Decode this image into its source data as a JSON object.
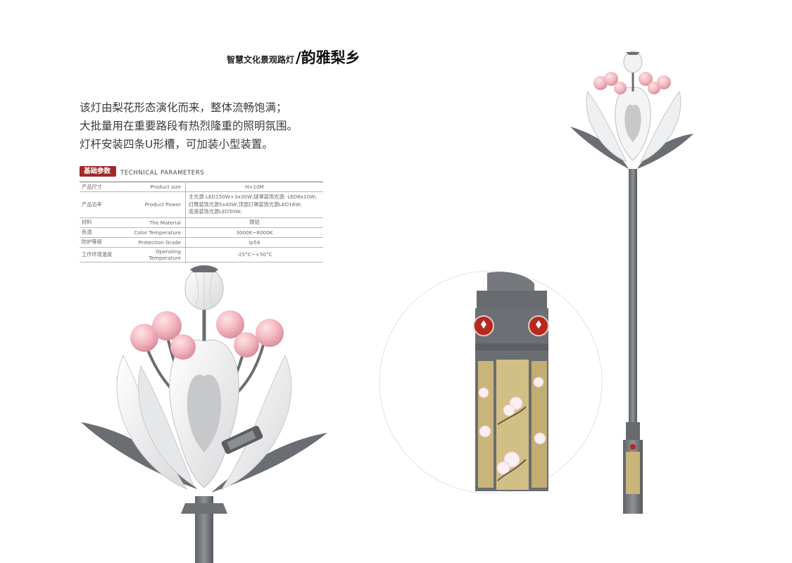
{
  "title": {
    "small": "智慧文化景观路灯",
    "main": "/韵雅梨乡"
  },
  "description": [
    "该灯由梨花形态演化而来，整体流畅饱满；",
    "大批量用在重要路段有热烈隆重的照明氛围。",
    "灯杆安装四条U形槽，可加装小型装置。"
  ],
  "params": {
    "badge": "基础参数",
    "heading_en": "TECHNICAL PARAMETERS",
    "rows": [
      {
        "zh": "产品尺寸",
        "en": "Product size",
        "value": "H=10M"
      },
      {
        "zh": "产品功率",
        "en": "Product Power",
        "lines": [
          "主光源:LED150W+3x30W;球罩装饰光源: LED6x10W;",
          "灯臂装饰光源5x40W;顶部灯罩装饰光源LED16W;",
          "底座装饰光源LED50W;"
        ]
      },
      {
        "zh": "材料",
        "en": "The Material",
        "value": "铸铝"
      },
      {
        "zh": "色温",
        "en": "Color Temperature",
        "value": "3000K~6000K"
      },
      {
        "zh": "防护等级",
        "en": "Protection Grade",
        "value": "Ip54"
      },
      {
        "zh": "工作环境温度",
        "en": "Operating Temperature",
        "value": "-25°C~+50°C"
      }
    ]
  },
  "colors": {
    "accent_red": "#a32828",
    "petal_white": "#f2f2f2",
    "pink_bulb": "#f3b7c0",
    "pole_grey": "#74777b",
    "panel_gold": "#c9b47a"
  }
}
